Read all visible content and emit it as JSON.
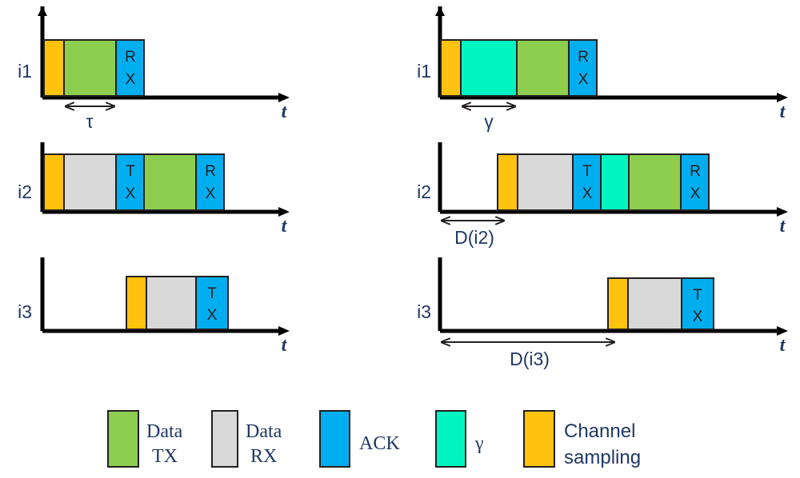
{
  "figure": {
    "title": "",
    "axis_label_t": "t",
    "colors": {
      "data_tx_green": "#8DCE4F",
      "data_rx_gray": "#D9D9D9",
      "ack_blue": "#00AEEF",
      "gamma_cyan": "#00F5C0",
      "channel_sampling_orange": "#FFC20E",
      "stroke": "#231f20",
      "axis": "#000000",
      "text": "#1f3864"
    }
  },
  "left_panel": {
    "name": "left-timing-panel",
    "rows": [
      {
        "label": "i1",
        "blocks": [
          {
            "type": "channel-sampling",
            "text": ""
          },
          {
            "type": "data-tx",
            "text": ""
          },
          {
            "type": "ack",
            "text": "RX"
          }
        ],
        "measure": {
          "label": "τ"
        }
      },
      {
        "label": "i2",
        "blocks": [
          {
            "type": "channel-sampling",
            "text": ""
          },
          {
            "type": "data-rx",
            "text": ""
          },
          {
            "type": "ack",
            "text": "TX"
          },
          {
            "type": "data-tx",
            "text": ""
          },
          {
            "type": "ack",
            "text": "RX"
          }
        ],
        "measure": null
      },
      {
        "label": "i3",
        "blocks": [
          {
            "type": "channel-sampling",
            "text": ""
          },
          {
            "type": "data-rx",
            "text": ""
          },
          {
            "type": "ack",
            "text": "TX"
          }
        ],
        "measure": null
      }
    ]
  },
  "right_panel": {
    "name": "right-timing-panel",
    "rows": [
      {
        "label": "i1",
        "blocks": [
          {
            "type": "channel-sampling",
            "text": ""
          },
          {
            "type": "gamma",
            "text": ""
          },
          {
            "type": "data-tx",
            "text": ""
          },
          {
            "type": "ack",
            "text": "RX"
          }
        ],
        "measure": {
          "label": "γ"
        }
      },
      {
        "label": "i2",
        "blocks": [
          {
            "type": "channel-sampling",
            "text": ""
          },
          {
            "type": "data-rx",
            "text": ""
          },
          {
            "type": "ack",
            "text": "TX"
          },
          {
            "type": "gamma",
            "text": ""
          },
          {
            "type": "data-tx",
            "text": ""
          },
          {
            "type": "ack",
            "text": "RX"
          }
        ],
        "measure": {
          "label": "D(i2)"
        }
      },
      {
        "label": "i3",
        "blocks": [
          {
            "type": "channel-sampling",
            "text": ""
          },
          {
            "type": "data-rx",
            "text": ""
          },
          {
            "type": "ack",
            "text": "TX"
          }
        ],
        "measure": {
          "label": "D(i3)"
        }
      }
    ]
  },
  "legend": {
    "items": [
      {
        "swatch": "data-tx",
        "line1": "Data",
        "line2": "TX",
        "font": "serif"
      },
      {
        "swatch": "data-rx",
        "line1": "Data",
        "line2": "RX",
        "font": "serif"
      },
      {
        "swatch": "ack",
        "line1": "ACK",
        "line2": "",
        "font": "serif"
      },
      {
        "swatch": "gamma",
        "line1": "γ",
        "line2": "",
        "font": "serif"
      },
      {
        "swatch": "channel-sampling",
        "line1": "Channel",
        "line2": "sampling",
        "font": "sans"
      }
    ]
  },
  "row_labels": {
    "l_i1": "i1",
    "l_i2": "i2",
    "l_i3": "i3",
    "r_i1": "i1",
    "r_i2": "i2",
    "r_i3": "i3"
  },
  "axis_labels": {
    "l_t1": "t",
    "l_t2": "t",
    "l_t3": "t",
    "r_t1": "t",
    "r_t2": "t",
    "r_t3": "t"
  },
  "measures": {
    "tau": "τ",
    "gamma": "γ",
    "d_i2": "D(i2)",
    "d_i3": "D(i3)"
  },
  "block_texts": {
    "l1_b3": "RX",
    "l2_b3": "TX",
    "l2_b5": "RX",
    "l3_b3": "TX",
    "r1_b4": "RX",
    "r2_b3": "TX",
    "r2_b6": "RX",
    "r3_b3": "TX"
  },
  "legend_labels": {
    "data_tx_1": "Data",
    "data_tx_2": "TX",
    "data_rx_1": "Data",
    "data_rx_2": "RX",
    "ack": "ACK",
    "gamma": "γ",
    "channel_1": "Channel",
    "channel_2": "sampling"
  }
}
